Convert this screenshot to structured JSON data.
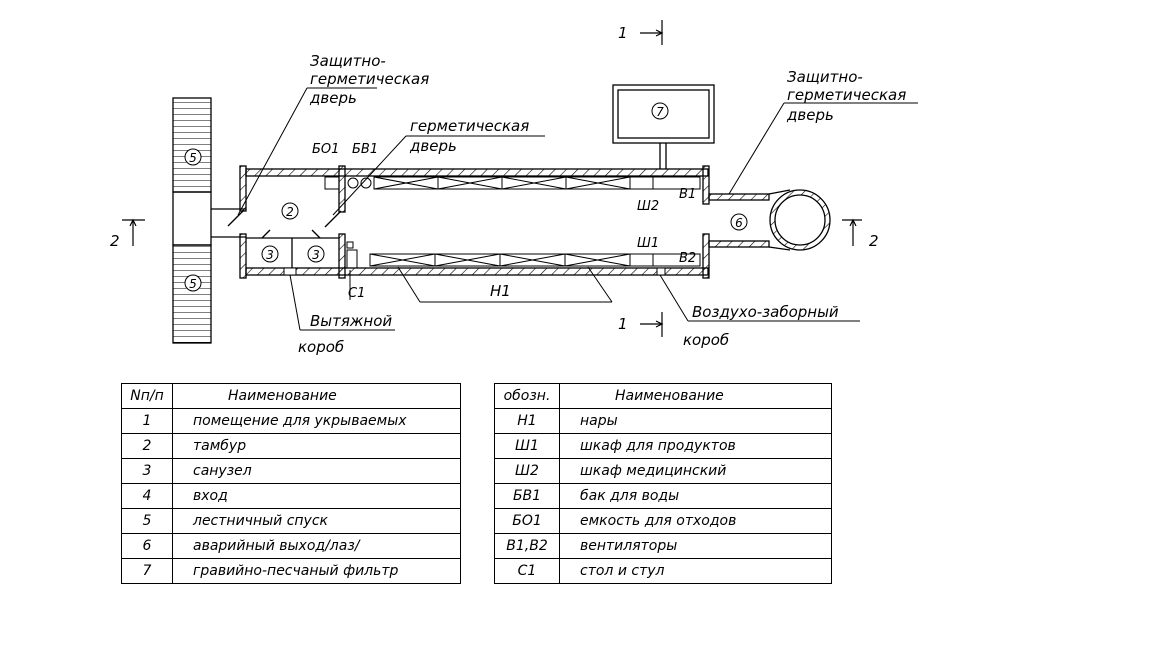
{
  "labels": {
    "door1": [
      "Защитно-",
      "герметическая",
      "дверь"
    ],
    "door2": [
      "герметическая",
      "дверь"
    ],
    "door3": [
      "Защитно-",
      "герметическая",
      "дверь"
    ],
    "exhaust": [
      "Вытяжной",
      "короб"
    ],
    "intake": [
      "Воздухо-заборный",
      "короб"
    ],
    "section1": "1",
    "section2": "2",
    "bo1": "БО1",
    "bv1": "БВ1",
    "sh1": "Ш1",
    "sh2": "Ш2",
    "v1": "В1",
    "v2": "В2",
    "n1": "Н1",
    "c1": "С1"
  },
  "markers": {
    "m2": "2",
    "m3a": "3",
    "m3b": "3",
    "m5a": "5",
    "m5b": "5",
    "m6": "6",
    "m7": "7"
  },
  "rooms_table": {
    "headers": [
      "Nп/п",
      "Наименование"
    ],
    "rows": [
      [
        "1",
        "помещение для укрываемых"
      ],
      [
        "2",
        "тамбур"
      ],
      [
        "3",
        "санузел"
      ],
      [
        "4",
        "вход"
      ],
      [
        "5",
        "лестничный спуск"
      ],
      [
        "6",
        "аварийный выход/лаз/"
      ],
      [
        "7",
        "гравийно-песчаный фильтр"
      ]
    ]
  },
  "equipment_table": {
    "headers": [
      "обозн.",
      "Наименование"
    ],
    "rows": [
      [
        "Н1",
        "нары"
      ],
      [
        "Ш1",
        "шкаф для продуктов"
      ],
      [
        "Ш2",
        "шкаф медицинский"
      ],
      [
        "БВ1",
        "бак для воды"
      ],
      [
        "БО1",
        "емкость для отходов"
      ],
      [
        "В1,В2",
        "вентиляторы"
      ],
      [
        "С1",
        "стол и стул"
      ]
    ]
  }
}
